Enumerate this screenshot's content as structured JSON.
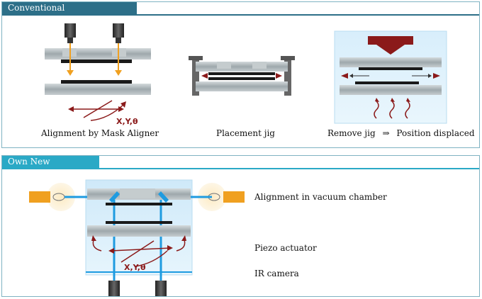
{
  "sections": {
    "conventional": {
      "title": "Conventional photolithography",
      "captions": {
        "mask_aligner": "Alignment by Mask Aligner",
        "placement_jig": "Placement jig",
        "remove_jig": "Remove jig",
        "arrow": "⇒",
        "displaced": "Position displaced"
      },
      "axis_label": "X,Y,θ"
    },
    "new_tech": {
      "title": "Own New Technology",
      "labels": {
        "vacuum": "Alignment in vacuum chamber",
        "piezo": "Piezo actuator",
        "ir": "IR camera"
      },
      "axis_label": "X,Y,θ"
    }
  },
  "colors": {
    "header_dark": "#2d6f88",
    "header_light": "#2aa9c6",
    "orange": "#f0a020",
    "dark_red": "#8b1a1a",
    "beam_blue": "#1e9be0",
    "plate_gray": "#a9b2b6"
  }
}
